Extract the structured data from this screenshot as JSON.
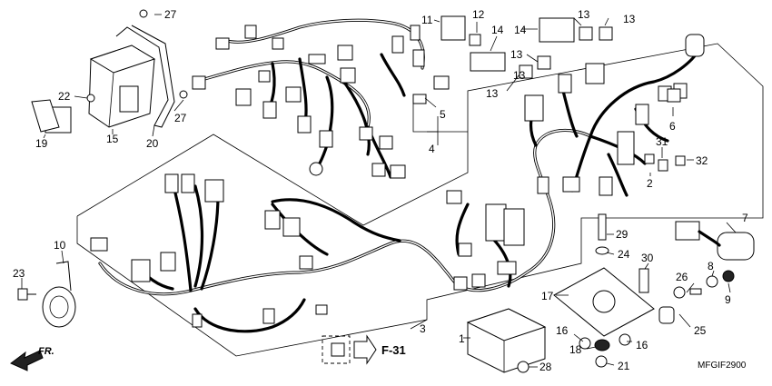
{
  "diagram": {
    "drawing_code": "MFGIF2900",
    "front_label": "FR.",
    "reference_label": "F-31",
    "callouts": [
      "1",
      "2",
      "3",
      "4",
      "5",
      "6",
      "7",
      "8",
      "9",
      "10",
      "11",
      "12",
      "13",
      "13",
      "13",
      "13",
      "13",
      "14",
      "14",
      "15",
      "16",
      "16",
      "17",
      "18",
      "19",
      "20",
      "21",
      "22",
      "23",
      "24",
      "25",
      "26",
      "27",
      "27",
      "28",
      "29",
      "30",
      "31",
      "32"
    ]
  }
}
